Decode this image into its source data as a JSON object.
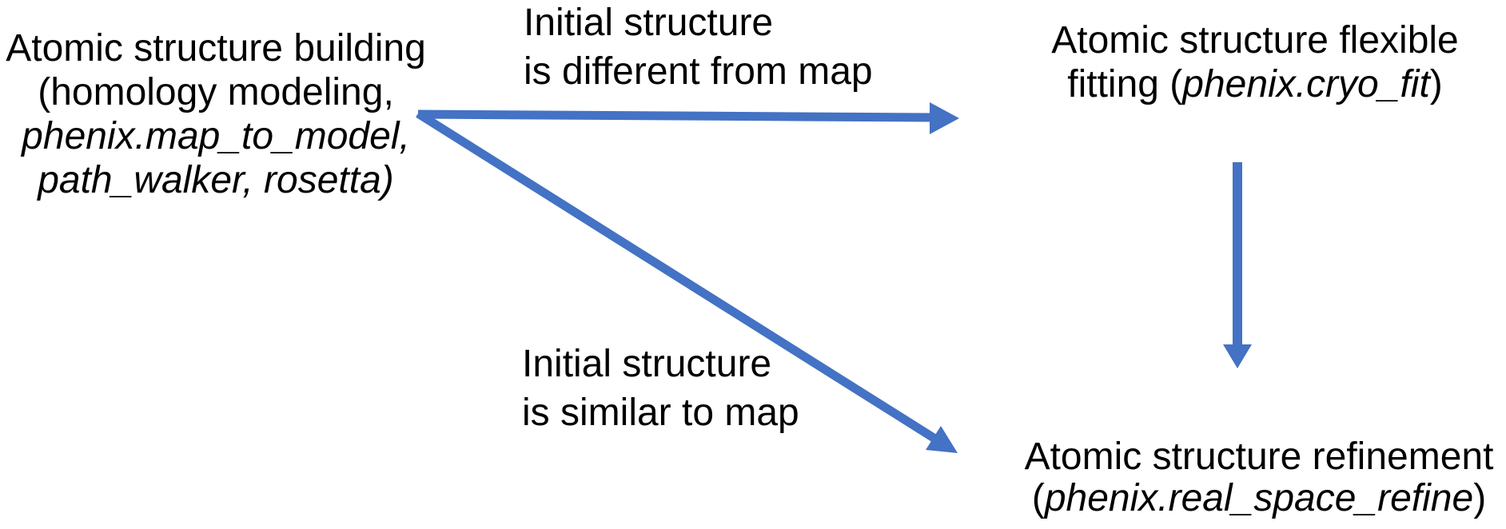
{
  "colors": {
    "background": "#ffffff",
    "arrow": "#4472c4",
    "text": "#000000"
  },
  "nodes": {
    "building": {
      "line1": "Atomic structure building",
      "line2": "(homology modeling,",
      "line3": "phenix.map_to_model,",
      "line4": "path_walker, rosetta)"
    },
    "flexible_fitting": {
      "line1": "Atomic structure flexible",
      "line2_prefix": "fitting (",
      "line2_program": "phenix.cryo_fit",
      "line2_suffix": ")"
    },
    "refinement": {
      "line1": "Atomic structure refinement",
      "line2_prefix": "(",
      "line2_program": "phenix.real_space_refine",
      "line2_suffix": ")"
    }
  },
  "edge_labels": {
    "different_from_map": {
      "line1": "Initial structure",
      "line2": "is different from map"
    },
    "similar_to_map": {
      "line1": "Initial structure",
      "line2": "is similar to map"
    }
  },
  "connections": [
    {
      "from": "Atomic structure building",
      "to": "Atomic structure flexible fitting (phenix.cryo_fit)",
      "condition": "Initial structure is different from map"
    },
    {
      "from": "Atomic structure building",
      "to": "Atomic structure refinement (phenix.real_space_refine)",
      "condition": "Initial structure is similar to map"
    },
    {
      "from": "Atomic structure flexible fitting (phenix.cryo_fit)",
      "to": "Atomic structure refinement (phenix.real_space_refine)",
      "condition": ""
    }
  ]
}
